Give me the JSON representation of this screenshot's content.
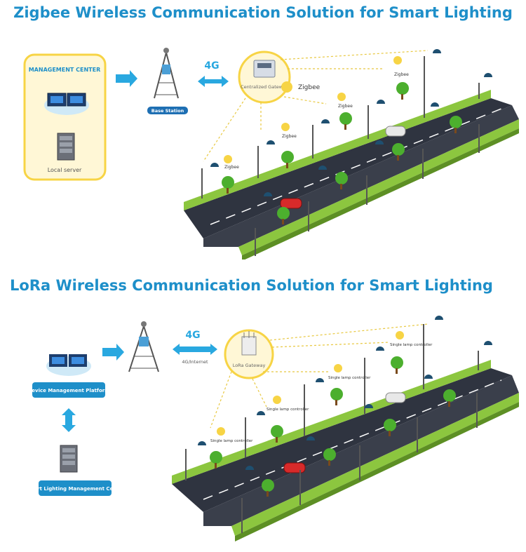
{
  "zigbee": {
    "title": "Zigbee Wireless Communication Solution for Smart Lighting",
    "management_center_label": "MANAGEMENT CENTER",
    "local_server_label": "Local server",
    "base_station_label": "Base Station",
    "network_badge": "4G",
    "gateway_label": "Centralized Gateway",
    "gateway_protocol": "Zigbee",
    "node_labels": [
      "Zigbee",
      "Zigbee",
      "Zigbee",
      "Zigbee"
    ]
  },
  "lora": {
    "title": "LoRa Wireless Communication Solution for Smart Lighting",
    "device_platform_label": "Device Management Platform",
    "management_center_label": "Smart Lighting Management Center",
    "network_badge": "4G",
    "link_label": "4G/Internet",
    "gateway_label": "LoRa Gateway",
    "node_labels": [
      "Single lamp controller",
      "Single lamp controller",
      "Single lamp controller",
      "Single lamp controller"
    ]
  },
  "colors": {
    "title": "#1e8fc9",
    "accent_blue": "#29a8e0",
    "grass": "#8cc63f",
    "road": "#3a3f4b",
    "panel_yellow": "#fff7d6",
    "panel_border": "#f7d445"
  }
}
